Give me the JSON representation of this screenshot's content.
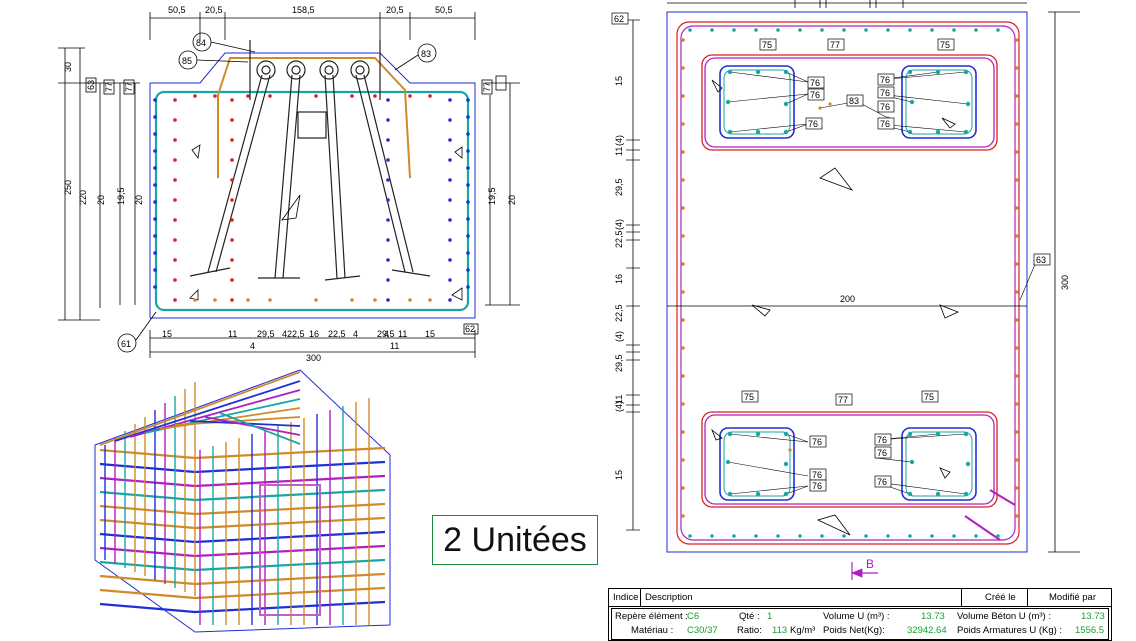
{
  "plan_top": {
    "dims_top": [
      "50,5",
      "20,5",
      "158,5",
      "20,5",
      "50,5"
    ],
    "dims_left": [
      "30",
      "250",
      "220",
      "20",
      "19,5",
      "20"
    ],
    "dims_right": [
      "19,5",
      "20"
    ],
    "dims_bottom": [
      "15",
      "11",
      "4",
      "29,5",
      "4",
      "22,5",
      "16",
      "22,5",
      "4",
      "29,5",
      "4",
      "11",
      "11",
      "15"
    ],
    "total_width": "300",
    "refs": [
      "84",
      "85",
      "83",
      "61",
      "62",
      "63",
      "77",
      "77",
      "77"
    ]
  },
  "plan_section": {
    "width_label": "200",
    "height_label": "300",
    "dims_left": [
      "15",
      "(4)",
      "11",
      "29,5",
      "(4)",
      "22,5",
      "16",
      "22,5",
      "(4)",
      "29,5",
      "11",
      "(4)",
      "15"
    ],
    "refs_upper": [
      "75",
      "77",
      "75",
      "76",
      "76",
      "76",
      "76",
      "76",
      "76",
      "83",
      "76"
    ],
    "refs_lower": [
      "75",
      "77",
      "75",
      "76",
      "76",
      "76",
      "76",
      "76",
      "76"
    ],
    "ref_edge": "62",
    "ref_side": "63",
    "section_mark": "B"
  },
  "units_label": "2 Unitées",
  "title_block": {
    "headers": {
      "index": "Indice",
      "description": "Description",
      "created": "Créé le",
      "modified": "Modifié par"
    },
    "repere_label": "Repère élément :",
    "repere_value": "C6",
    "materiau_label": "Matériau :",
    "materiau_value": "C30/37",
    "qte_label": "Qté :",
    "qte_value": "1",
    "ratio_label": "Ratio:",
    "ratio_value": "113",
    "ratio_unit": "Kg/m³",
    "volume_u_label": "Volume U (m³) :",
    "volume_u_value": "13.73",
    "poids_net_label": "Poids Net(Kg):",
    "poids_net_value": "32942.64",
    "volume_beton_label": "Volume Béton U (m³) :",
    "volume_beton_value": "13.73",
    "poids_arm_label": "Poids Armatures U (Kg) :",
    "poids_arm_value": "1556.5"
  },
  "colors": {
    "rebar_blue": "#1f2fd6",
    "rebar_red": "#d62020",
    "rebar_orange": "#d08a2a",
    "rebar_teal": "#1aa6a6",
    "rebar_magenta": "#b020c0",
    "green": "#1aa032"
  }
}
